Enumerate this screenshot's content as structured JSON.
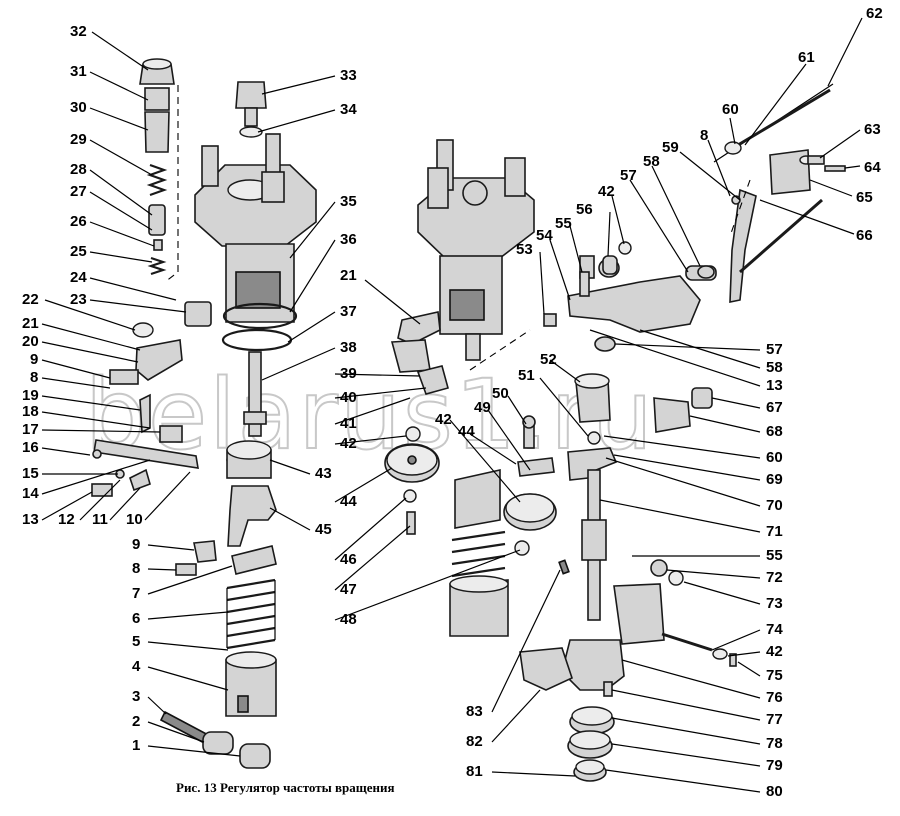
{
  "figure": {
    "caption": "Рис. 13  Регулятор частоты вращения",
    "watermark": "belarus1.ru"
  },
  "callouts": [
    {
      "id": "c32",
      "text": "32"
    },
    {
      "id": "c31",
      "text": "31"
    },
    {
      "id": "c30",
      "text": "30"
    },
    {
      "id": "c29",
      "text": "29"
    },
    {
      "id": "c28",
      "text": "28"
    },
    {
      "id": "c27",
      "text": "27"
    },
    {
      "id": "c26",
      "text": "26"
    },
    {
      "id": "c25",
      "text": "25"
    },
    {
      "id": "c24",
      "text": "24"
    },
    {
      "id": "c23",
      "text": "23"
    },
    {
      "id": "c22",
      "text": "22"
    },
    {
      "id": "c21a",
      "text": "21"
    },
    {
      "id": "c20",
      "text": "20"
    },
    {
      "id": "c9a",
      "text": "9"
    },
    {
      "id": "c8a",
      "text": "8"
    },
    {
      "id": "c19",
      "text": "19"
    },
    {
      "id": "c18",
      "text": "18"
    },
    {
      "id": "c17",
      "text": "17"
    },
    {
      "id": "c16",
      "text": "16"
    },
    {
      "id": "c15",
      "text": "15"
    },
    {
      "id": "c14",
      "text": "14"
    },
    {
      "id": "c13a",
      "text": "13"
    },
    {
      "id": "c12",
      "text": "12"
    },
    {
      "id": "c11",
      "text": "11"
    },
    {
      "id": "c10",
      "text": "10"
    },
    {
      "id": "c9b",
      "text": "9"
    },
    {
      "id": "c8b",
      "text": "8"
    },
    {
      "id": "c7",
      "text": "7"
    },
    {
      "id": "c6",
      "text": "6"
    },
    {
      "id": "c5",
      "text": "5"
    },
    {
      "id": "c4",
      "text": "4"
    },
    {
      "id": "c3",
      "text": "3"
    },
    {
      "id": "c2",
      "text": "2"
    },
    {
      "id": "c1",
      "text": "1"
    },
    {
      "id": "c33",
      "text": "33"
    },
    {
      "id": "c34",
      "text": "34"
    },
    {
      "id": "c35",
      "text": "35"
    },
    {
      "id": "c36",
      "text": "36"
    },
    {
      "id": "c37",
      "text": "37"
    },
    {
      "id": "c38",
      "text": "38"
    },
    {
      "id": "c39",
      "text": "39"
    },
    {
      "id": "c40",
      "text": "40"
    },
    {
      "id": "c41",
      "text": "41"
    },
    {
      "id": "c42a",
      "text": "42"
    },
    {
      "id": "c43",
      "text": "43"
    },
    {
      "id": "c44a",
      "text": "44"
    },
    {
      "id": "c45",
      "text": "45"
    },
    {
      "id": "c46",
      "text": "46"
    },
    {
      "id": "c47",
      "text": "47"
    },
    {
      "id": "c48",
      "text": "48"
    },
    {
      "id": "c21b",
      "text": "21"
    },
    {
      "id": "c42b",
      "text": "42"
    },
    {
      "id": "c44b",
      "text": "44"
    },
    {
      "id": "c49",
      "text": "49"
    },
    {
      "id": "c50",
      "text": "50"
    },
    {
      "id": "c51",
      "text": "51"
    },
    {
      "id": "c52",
      "text": "52"
    },
    {
      "id": "c53",
      "text": "53"
    },
    {
      "id": "c54",
      "text": "54"
    },
    {
      "id": "c55a",
      "text": "55"
    },
    {
      "id": "c56",
      "text": "56"
    },
    {
      "id": "c42c",
      "text": "42"
    },
    {
      "id": "c57a",
      "text": "57"
    },
    {
      "id": "c58a",
      "text": "58"
    },
    {
      "id": "c59",
      "text": "59"
    },
    {
      "id": "c8c",
      "text": "8"
    },
    {
      "id": "c60a",
      "text": "60"
    },
    {
      "id": "c61",
      "text": "61"
    },
    {
      "id": "c62",
      "text": "62"
    },
    {
      "id": "c63",
      "text": "63"
    },
    {
      "id": "c64",
      "text": "64"
    },
    {
      "id": "c65",
      "text": "65"
    },
    {
      "id": "c66",
      "text": "66"
    },
    {
      "id": "c57b",
      "text": "57"
    },
    {
      "id": "c58b",
      "text": "58"
    },
    {
      "id": "c13b",
      "text": "13"
    },
    {
      "id": "c67",
      "text": "67"
    },
    {
      "id": "c68",
      "text": "68"
    },
    {
      "id": "c60b",
      "text": "60"
    },
    {
      "id": "c69",
      "text": "69"
    },
    {
      "id": "c70",
      "text": "70"
    },
    {
      "id": "c71",
      "text": "71"
    },
    {
      "id": "c55b",
      "text": "55"
    },
    {
      "id": "c72",
      "text": "72"
    },
    {
      "id": "c73",
      "text": "73"
    },
    {
      "id": "c74",
      "text": "74"
    },
    {
      "id": "c42d",
      "text": "42"
    },
    {
      "id": "c75",
      "text": "75"
    },
    {
      "id": "c76",
      "text": "76"
    },
    {
      "id": "c77",
      "text": "77"
    },
    {
      "id": "c78",
      "text": "78"
    },
    {
      "id": "c79",
      "text": "79"
    },
    {
      "id": "c80",
      "text": "80"
    },
    {
      "id": "c81",
      "text": "81"
    },
    {
      "id": "c82",
      "text": "82"
    },
    {
      "id": "c83",
      "text": "83"
    }
  ]
}
